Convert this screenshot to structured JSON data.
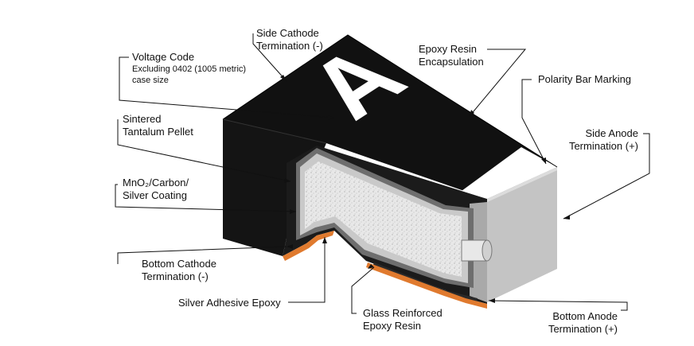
{
  "labels": {
    "side_cathode": [
      "Side Cathode",
      "Termination (-)"
    ],
    "voltage_code": [
      "Voltage Code"
    ],
    "voltage_note": [
      "Excluding 0402 (1005 metric)",
      "case size"
    ],
    "sintered": [
      "Sintered",
      "Tantalum Pellet"
    ],
    "mno2": [
      "MnO₂/Carbon/",
      "Silver Coating"
    ],
    "bottom_cathode": [
      "Bottom Cathode",
      "Termination (-)"
    ],
    "silver_adhesive": [
      "Silver Adhesive Epoxy"
    ],
    "glass_epoxy": [
      "Glass Reinforced",
      "Epoxy Resin"
    ],
    "epoxy_resin": [
      "Epoxy Resin",
      "Encapsulation"
    ],
    "polarity_bar": [
      "Polarity Bar Marking"
    ],
    "side_anode": [
      "Side Anode",
      "Termination (+)"
    ],
    "bottom_anode": [
      "Bottom Anode",
      "Termination (+)"
    ]
  },
  "voltage_letter": "A",
  "colors": {
    "epoxy": "#111111",
    "termination": "#c7c7c7",
    "pellet": "#e6e6e6",
    "coating": "#7a7a7a",
    "copper": "#e07a2e",
    "leader": "#111111"
  }
}
